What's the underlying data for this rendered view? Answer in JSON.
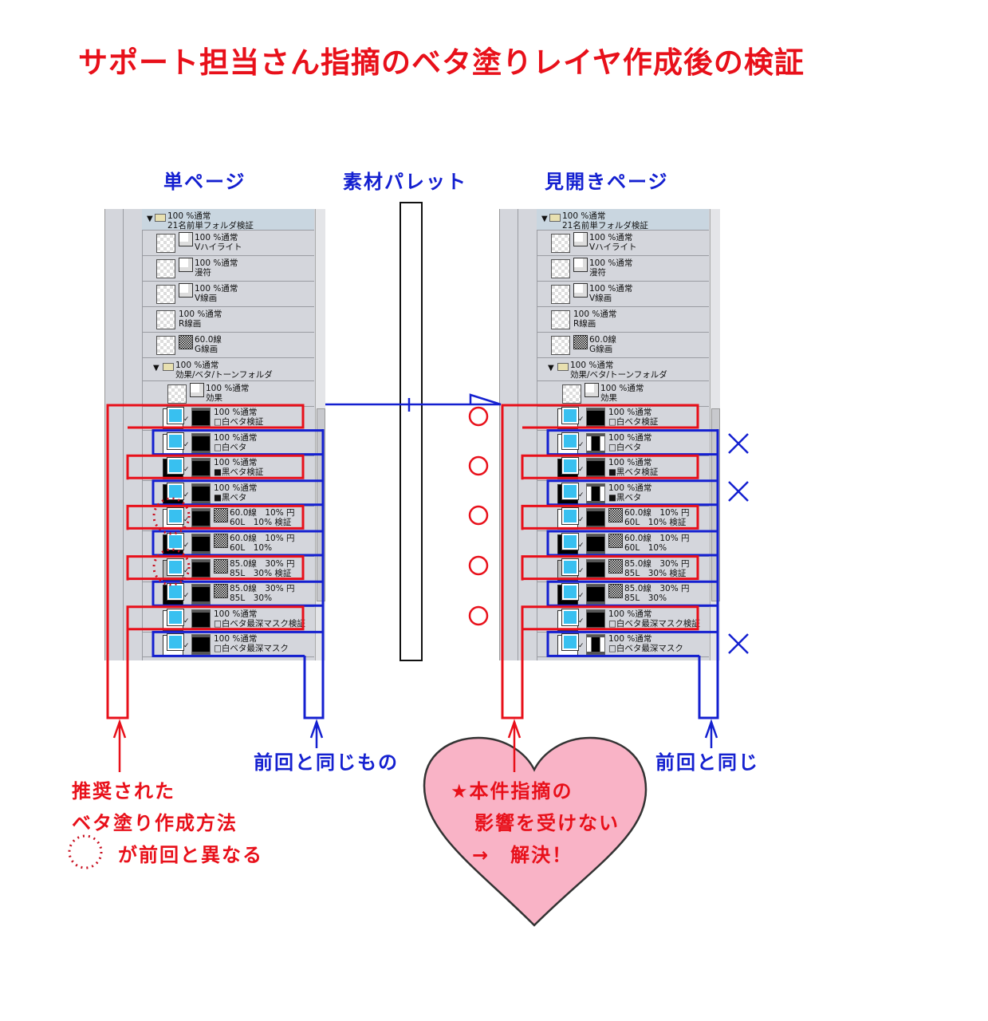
{
  "title": "サポート担当さん指摘のベタ塗りレイヤ作成後の検証",
  "headings": {
    "single": "単ページ",
    "palette": "素材パレット",
    "spread": "見開きページ"
  },
  "colors": {
    "red": "#e8101a",
    "blue": "#1420d0",
    "heart": "#f9b3c6"
  },
  "layers_common": [
    {
      "type": "folder",
      "indent": 0,
      "mode": "100 %通常",
      "name": "21名前単フォルダ検証"
    },
    {
      "type": "raster",
      "indent": 1,
      "mode": "100 %通常",
      "name": "Vハイライト",
      "icon": true
    },
    {
      "type": "raster",
      "indent": 1,
      "mode": "100 %通常",
      "name": "漫符",
      "icon": true
    },
    {
      "type": "raster",
      "indent": 1,
      "mode": "100 %通常",
      "name": "V線画",
      "icon": true
    },
    {
      "type": "raster",
      "indent": 1,
      "mode": "100 %通常",
      "name": "R線画",
      "icon": false
    },
    {
      "type": "raster",
      "indent": 1,
      "mode": "60.0線",
      "name": "G線画",
      "icon": "tone"
    },
    {
      "type": "folder",
      "indent": 1,
      "mode": "100 %通常",
      "name": "効果/ベタ/トーンフォルダ"
    },
    {
      "type": "raster",
      "indent": 2,
      "mode": "100 %通常",
      "name": "効果",
      "icon": true
    }
  ],
  "beta_layers": [
    {
      "mode": "100 %通常",
      "name": "□白ベタ検証",
      "tone": false,
      "left_thumb": "white",
      "right_mask": "solid"
    },
    {
      "mode": "100 %通常",
      "name": "□白ベタ",
      "tone": false,
      "left_thumb": "white",
      "right_mask": "hole"
    },
    {
      "mode": "100 %通常",
      "name": "■黒ベタ検証",
      "tone": false,
      "left_thumb": "black",
      "right_mask": "solid"
    },
    {
      "mode": "100 %通常",
      "name": "■黒ベタ",
      "tone": false,
      "left_thumb": "black",
      "right_mask": "hole"
    },
    {
      "mode": "60.0線　10% 円",
      "name": "60L　10% 検証",
      "tone": true,
      "left_thumb": "white",
      "right_mask": "solid"
    },
    {
      "mode": "60.0線　10% 円",
      "name": "60L　10%",
      "tone": true,
      "left_thumb": "black",
      "right_mask": "solid"
    },
    {
      "mode": "85.0線　30% 円",
      "name": "85L　30% 検証",
      "tone": true,
      "left_thumb": "gray",
      "right_mask": "solid"
    },
    {
      "mode": "85.0線　30% 円",
      "name": "85L　30%",
      "tone": true,
      "left_thumb": "black",
      "right_mask": "solid"
    },
    {
      "mode": "100 %通常",
      "name": "□白ベタ最深マスク検証",
      "tone": false,
      "left_thumb": "white",
      "right_mask": "solid"
    },
    {
      "mode": "100 %通常",
      "name": "□白ベタ最深マスク",
      "tone": false,
      "left_thumb": "white",
      "right_mask": "hole"
    }
  ],
  "results": {
    "ok_marks": [
      "○",
      "○",
      "○",
      "○",
      "○"
    ],
    "ng_marks": [
      "×",
      "×",
      "×"
    ]
  },
  "annotations": {
    "same_left": "前回と同じもの",
    "same_right": "前回と同じ",
    "recommended_line1": "推奨された",
    "recommended_line2": "ベタ塗り作成方法",
    "differs": "が前回と異なる",
    "heart_line1": "★本件指摘の",
    "heart_line2": "影響を受けない",
    "heart_line3": "→　解決！"
  }
}
